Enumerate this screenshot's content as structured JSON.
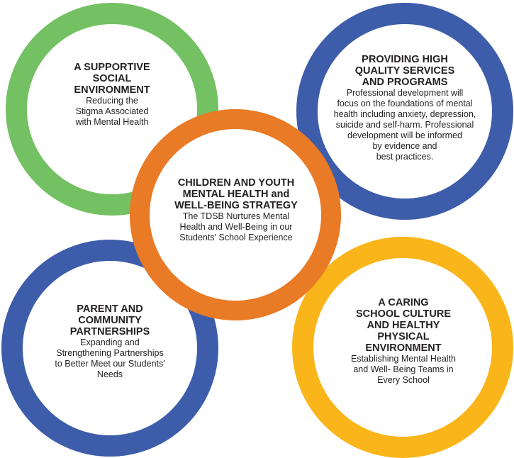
{
  "colors": {
    "green": "#74c163",
    "blue": "#3d5daa",
    "orange": "#e97a26",
    "yellow": "#f9b51a"
  },
  "circles": {
    "top_left": {
      "heading": [
        "A SUPPORTIVE",
        "SOCIAL",
        "ENVIRONMENT"
      ],
      "body": [
        "Reducing the",
        "Stigma Associated",
        "with Mental Health"
      ]
    },
    "top_right": {
      "heading": [
        "PROVIDING HIGH",
        "QUALITY SERVICES",
        "AND PROGRAMS"
      ],
      "body": [
        "Professional development will",
        "focus on the foundations of mental",
        "health including anxiety, depression,",
        "suicide and self-harm. Professional",
        "development will be informed",
        "by evidence and",
        "best practices."
      ]
    },
    "center": {
      "heading": [
        "CHILDREN AND YOUTH",
        "MENTAL HEALTH and",
        "WELL-BEING STRATEGY"
      ],
      "body": [
        "The TDSB Nurtures Mental",
        "Health and Well-Being in our",
        "Students' School Experience"
      ]
    },
    "bottom_left": {
      "heading": [
        "PARENT AND",
        "COMMUNITY",
        "PARTNERSHIPS"
      ],
      "body": [
        "Expanding and",
        "Strengthening Partnerships",
        "to Better Meet our Students'",
        "Needs"
      ]
    },
    "bottom_right": {
      "heading": [
        "A CARING",
        "SCHOOL CULTURE",
        "AND HEALTHY",
        "PHYSICAL",
        "ENVIRONMENT"
      ],
      "body": [
        "Establishing Mental Health",
        "and Well- Being Teams in",
        "Every School"
      ]
    }
  }
}
